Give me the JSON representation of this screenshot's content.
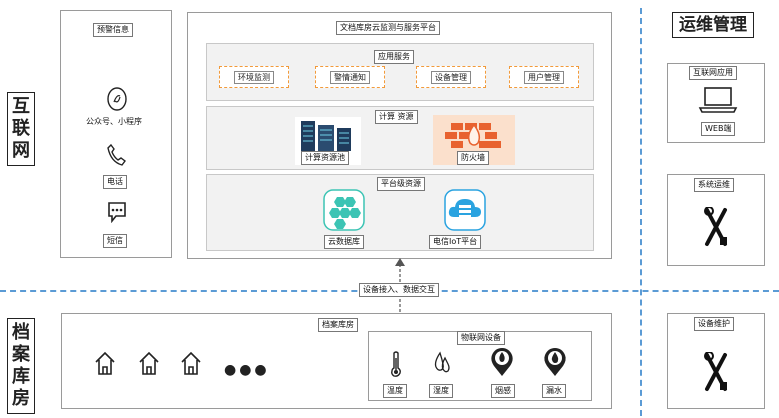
{
  "left_titles": {
    "internet": [
      "互",
      "联",
      "网"
    ],
    "archive": [
      "档",
      "案",
      "库",
      "房"
    ]
  },
  "right_title": "运维管理",
  "alerts": {
    "tag": "预警信息",
    "items": [
      {
        "label": "公众号、小程序",
        "icon": "link-icon"
      },
      {
        "label": "电话",
        "icon": "phone-icon"
      },
      {
        "label": "短信",
        "icon": "message-icon"
      }
    ]
  },
  "platform": {
    "title": "文档库房云监测与服务平台",
    "app_services": {
      "tag": "应用服务",
      "items": [
        "环境监测",
        "警情通知",
        "设备管理",
        "用户管理"
      ]
    },
    "compute": {
      "tag": "计算 资源",
      "items": [
        "计算资源池",
        "防火墙"
      ]
    },
    "platform_res": {
      "tag": "平台级资源",
      "items": [
        "云数据库",
        "电信IoT平台"
      ]
    }
  },
  "connector": "设备接入、数据交互",
  "warehouse": {
    "tag": "档案库房",
    "ellipsis": "●●●",
    "iot": {
      "tag": "物联网设备",
      "items": [
        "温度",
        "湿度",
        "烟感",
        "漏水"
      ]
    }
  },
  "ops": [
    {
      "tag": "互联网应用",
      "label": "WEB端"
    },
    {
      "tag": "系统运维"
    },
    {
      "tag": "设备维护"
    }
  ],
  "colors": {
    "dash_blue": "#5b9bd5",
    "orange_dash": "#f29a3a",
    "firewall_bg": "#fbe0cc",
    "teal": "#3cc4b4",
    "blue": "#2aa3e0"
  }
}
